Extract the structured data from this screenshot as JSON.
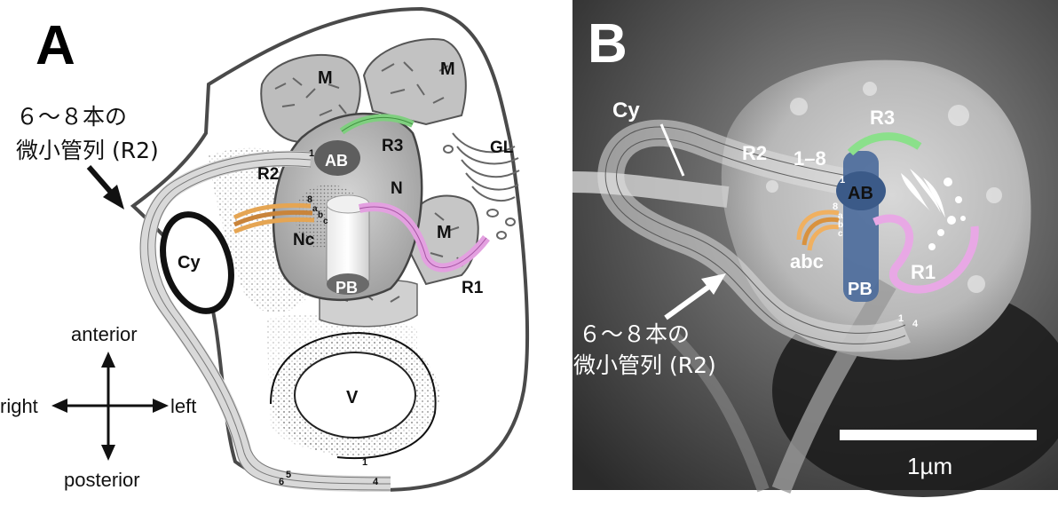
{
  "panel_a": {
    "letter": "A",
    "note_line1": "６～８本の",
    "note_line2": "微小管列 (R2)",
    "labels": {
      "M1": "M",
      "M2": "M",
      "M3": "M",
      "AB": "AB",
      "R3": "R3",
      "R2": "R2",
      "N": "N",
      "Nc": "Nc",
      "PB": "PB",
      "R1": "R1",
      "GL": "GL",
      "Cy": "Cy",
      "V": "V"
    },
    "small_numbers": {
      "one_top": "1",
      "eight": "8",
      "a": "a",
      "b": "b",
      "c": "c",
      "one_bottom": "1",
      "four": "4",
      "five": "5",
      "six": "6"
    },
    "compass": {
      "anterior": "anterior",
      "posterior": "posterior",
      "left": "left",
      "right": "right"
    }
  },
  "panel_b": {
    "letter": "B",
    "note_line1": "６～８本の",
    "note_line2": "微小管列 (R2)",
    "labels": {
      "Cy": "Cy",
      "R3": "R3",
      "R2": "R2",
      "range": "1–8",
      "AB": "AB",
      "abc": "abc",
      "PB": "PB",
      "R1": "R1"
    },
    "small_numbers": {
      "one_top": "1",
      "eight": "8",
      "a": "a",
      "b": "b",
      "c": "c",
      "one_bottom": "1",
      "four": "4"
    },
    "scale_label": "1µm"
  },
  "colors": {
    "R1": "#d98bd6",
    "R3": "#6fc46f",
    "abc": "#e9a95a",
    "body_blue": "#4a6a9b"
  }
}
